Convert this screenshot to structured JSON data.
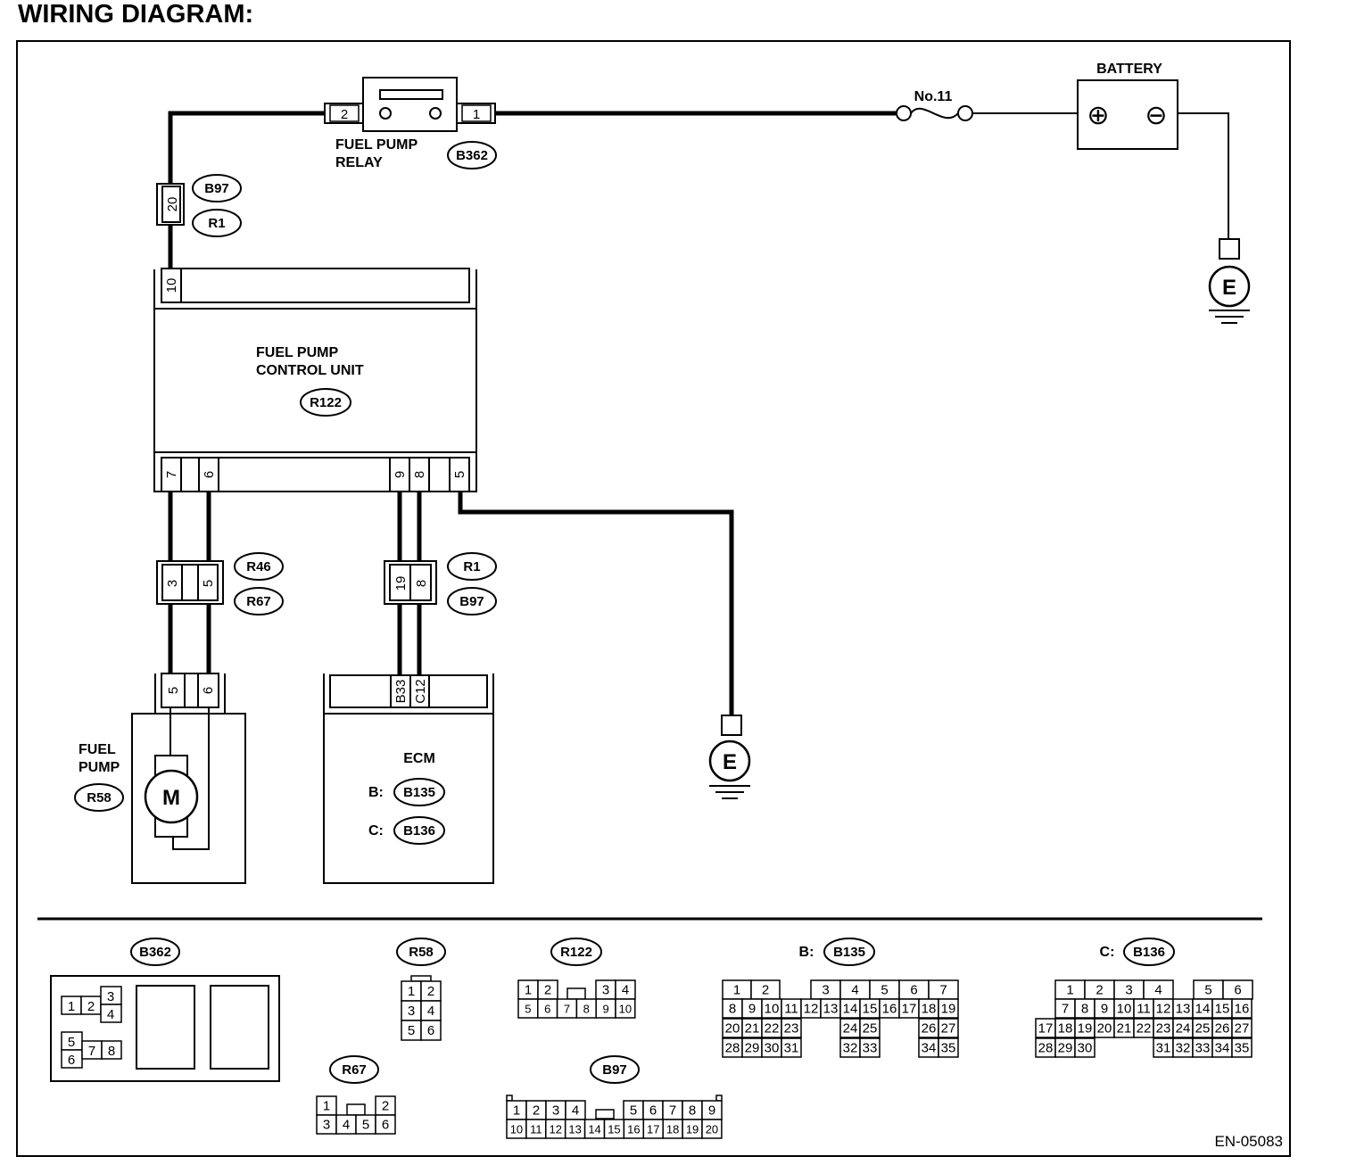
{
  "title": "WIRING DIAGRAM:",
  "figure_id": "EN-05083",
  "components": {
    "relay": {
      "label_line1": "FUEL PUMP",
      "label_line2": "RELAY",
      "connector": "B362",
      "pin_left": "2",
      "pin_right": "1"
    },
    "fuse": {
      "label": "No.11"
    },
    "battery": {
      "label": "BATTERY",
      "plus": "⊕",
      "minus": "⊖"
    },
    "ground_symbol": "E",
    "joint_top": {
      "pin": "20",
      "tag1": "B97",
      "tag2": "R1"
    },
    "control_unit": {
      "label_line1": "FUEL PUMP",
      "label_line2": "CONTROL UNIT",
      "connector": "R122",
      "top_pin": "10",
      "bottom_pins": [
        "7",
        "6",
        "9",
        "8",
        "5"
      ]
    },
    "joint_left": {
      "pins": [
        "3",
        "5"
      ],
      "tag1": "R46",
      "tag2": "R67"
    },
    "joint_mid": {
      "pins": [
        "19",
        "8"
      ],
      "tag1": "R1",
      "tag2": "B97"
    },
    "fuel_pump": {
      "label_line1": "FUEL",
      "label_line2": "PUMP",
      "connector": "R58",
      "pins": [
        "5",
        "6"
      ],
      "motor": "M"
    },
    "ecm": {
      "label": "ECM",
      "pins": [
        "B33",
        "C12"
      ],
      "b_prefix": "B:",
      "b_conn": "B135",
      "c_prefix": "C:",
      "c_conn": "B136"
    }
  },
  "connectors": {
    "b362": {
      "tag": "B362",
      "pins": [
        "1",
        "2",
        "3",
        "4",
        "5",
        "6",
        "7",
        "8"
      ]
    },
    "r58": {
      "tag": "R58",
      "rows": [
        [
          "1",
          "2"
        ],
        [
          "3",
          "4"
        ],
        [
          "5",
          "6"
        ]
      ]
    },
    "r122": {
      "tag": "R122",
      "row1a": [
        "1",
        "2"
      ],
      "row1b": [
        "3",
        "4"
      ],
      "row2": [
        "5",
        "6",
        "7",
        "8",
        "9",
        "10"
      ]
    },
    "r67": {
      "tag": "R67",
      "row1a": [
        "1"
      ],
      "row1b": [
        "2"
      ],
      "row2": [
        "3",
        "4",
        "5",
        "6"
      ]
    },
    "b97": {
      "tag": "B97",
      "row1a": [
        "1",
        "2",
        "3",
        "4"
      ],
      "row1b": [
        "5",
        "6",
        "7",
        "8",
        "9"
      ],
      "row2": [
        "10",
        "11",
        "12",
        "13",
        "14",
        "15",
        "16",
        "17",
        "18",
        "19",
        "20"
      ]
    },
    "b135": {
      "prefix": "B:",
      "tag": "B135",
      "row1a": [
        "1",
        "2"
      ],
      "row1b": [
        "3",
        "4",
        "5",
        "6",
        "7"
      ],
      "row2": [
        "8",
        "9",
        "10",
        "11",
        "12",
        "13",
        "14",
        "15",
        "16",
        "17",
        "18",
        "19"
      ],
      "row3a": [
        "20",
        "21",
        "22",
        "23"
      ],
      "row3b": [
        "24",
        "25"
      ],
      "row3c": [
        "26",
        "27"
      ],
      "row4a": [
        "28",
        "29",
        "30",
        "31"
      ],
      "row4b": [
        "32",
        "33"
      ],
      "row4c": [
        "34",
        "35"
      ]
    },
    "b136": {
      "prefix": "C:",
      "tag": "B136",
      "row1a": [
        "1",
        "2",
        "3",
        "4"
      ],
      "row1b": [
        "5",
        "6"
      ],
      "row2": [
        "7",
        "8",
        "9",
        "10",
        "11",
        "12",
        "13",
        "14",
        "15",
        "16"
      ],
      "row3": [
        "17",
        "18",
        "19",
        "20",
        "21",
        "22",
        "23",
        "24",
        "25",
        "26",
        "27"
      ],
      "row4a": [
        "28",
        "29",
        "30"
      ],
      "row4b": [
        "31",
        "32",
        "33",
        "34",
        "35"
      ]
    }
  }
}
